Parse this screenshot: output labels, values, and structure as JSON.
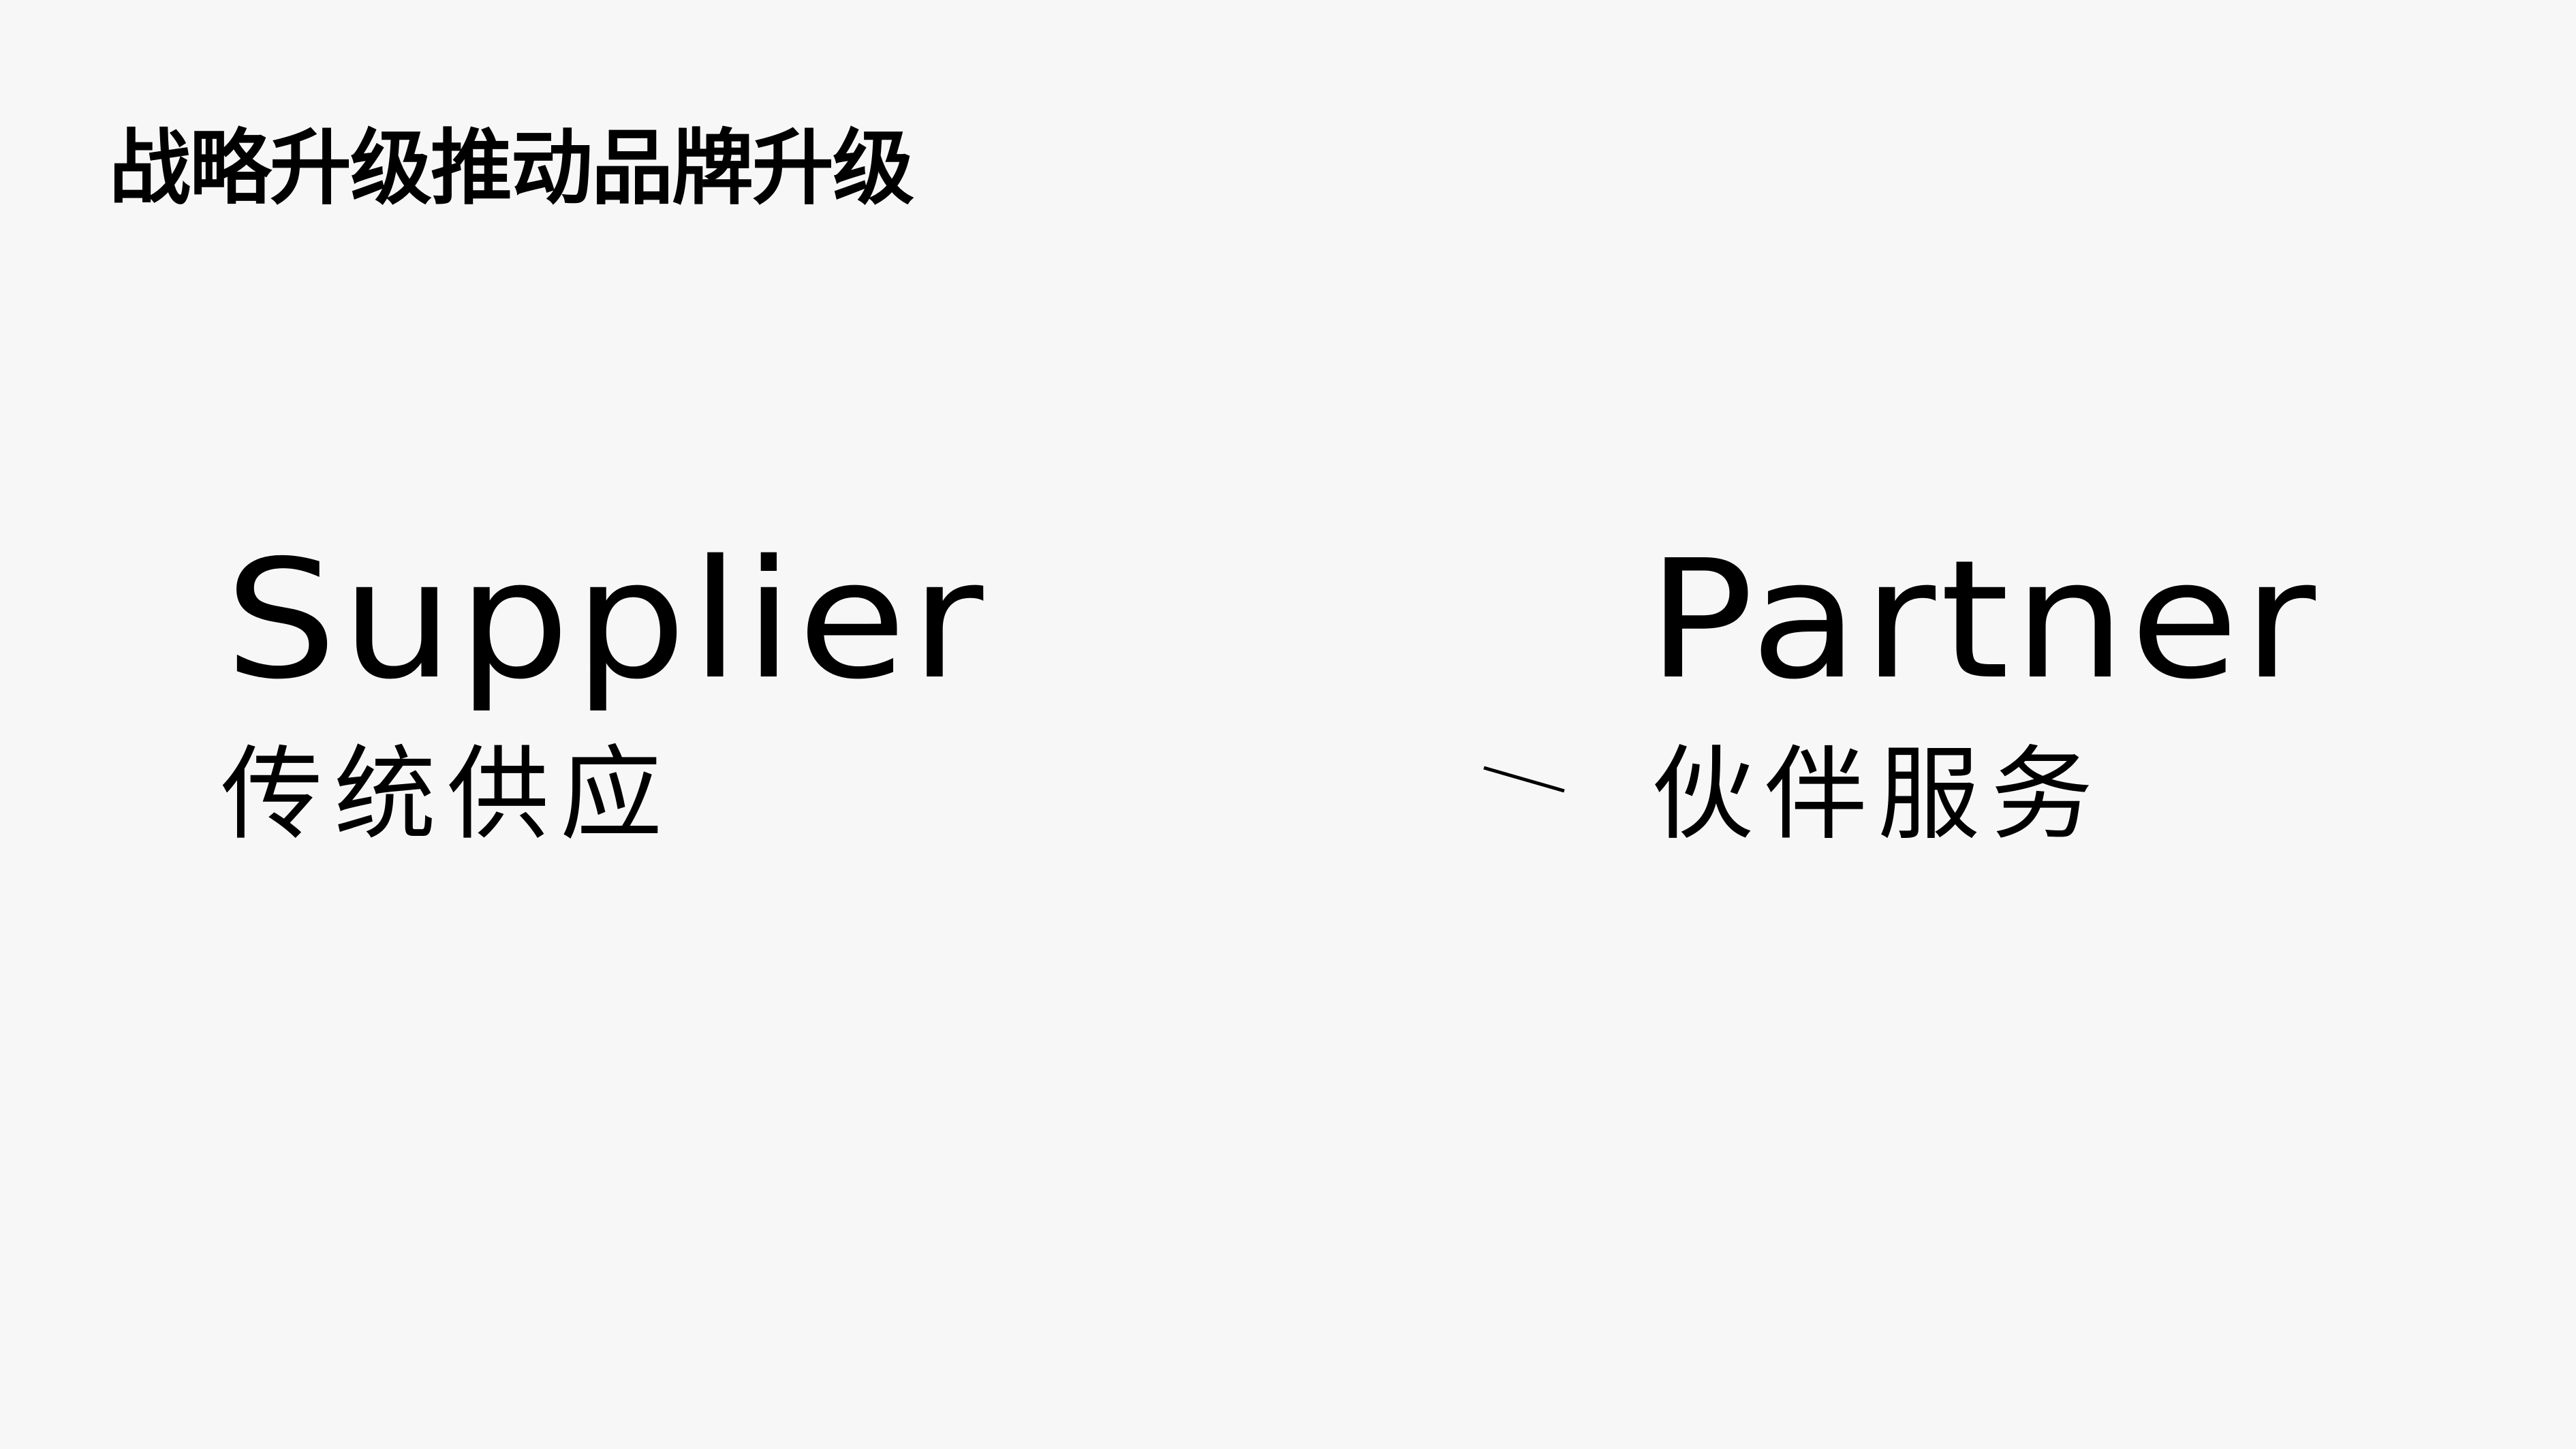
{
  "slide": {
    "title": "战略升级推动品牌升级",
    "from": {
      "en": "Supplier",
      "zh": "传统供应"
    },
    "to": {
      "en": "Partner",
      "zh": "伙伴服务"
    },
    "colors": {
      "background": "#f7f7f7",
      "text": "#000000"
    },
    "icons": {
      "transition": "right-arrow-icon"
    }
  }
}
